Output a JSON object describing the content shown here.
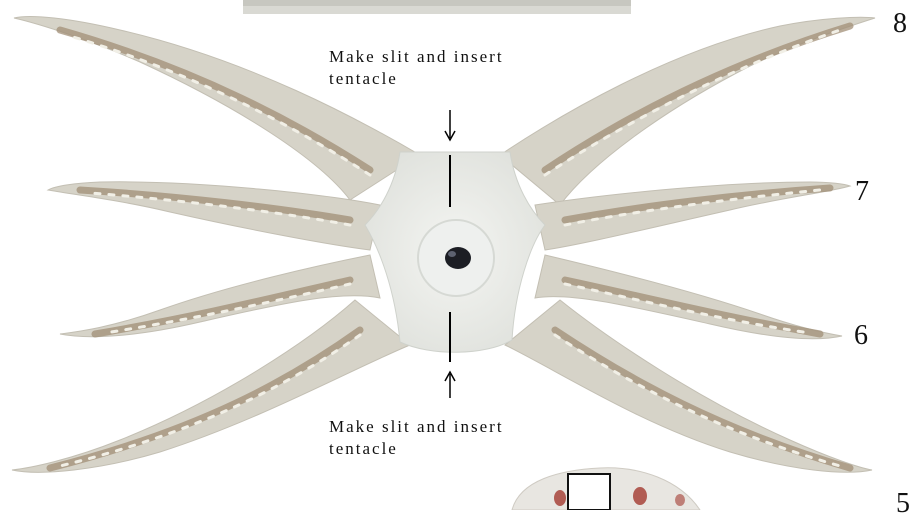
{
  "notes": {
    "top_line1": "Make slit and insert",
    "top_line2": "tentacle",
    "bottom_line1": "Make slit and insert",
    "bottom_line2": "tentacle"
  },
  "numbers": {
    "n8": "8",
    "n7": "7",
    "n6": "6",
    "n5": "5"
  },
  "colors": {
    "body": "#e6e8e4",
    "body_edge": "#cfd2cc",
    "arm_base": "#d3d0c5",
    "arm_stripe": "#9c8a72",
    "spots": "#f2f0e8",
    "mouth": "#1c1e24",
    "accent_red": "#a23a30"
  }
}
